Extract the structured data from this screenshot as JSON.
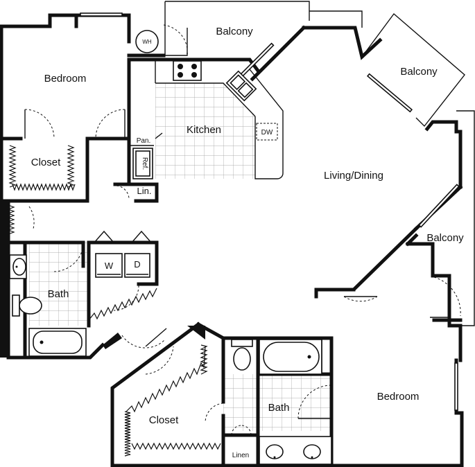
{
  "rooms": {
    "bedroom_1": "Bedroom",
    "bedroom_2": "Bedroom",
    "closet_1": "Closet",
    "closet_2": "Closet",
    "bath_1": "Bath",
    "bath_2": "Bath",
    "kitchen": "Kitchen",
    "living_dining": "Living/Dining",
    "balcony_top": "Balcony",
    "balcony_corner": "Balcony",
    "balcony_right": "Balcony"
  },
  "fixtures": {
    "water_heater": "WH",
    "pantry": "Pan.",
    "refrigerator": "Ref.",
    "linen_closet": "Lin.",
    "dishwasher": "DW",
    "washer": "W",
    "dryer": "D",
    "linen": "Linen"
  }
}
